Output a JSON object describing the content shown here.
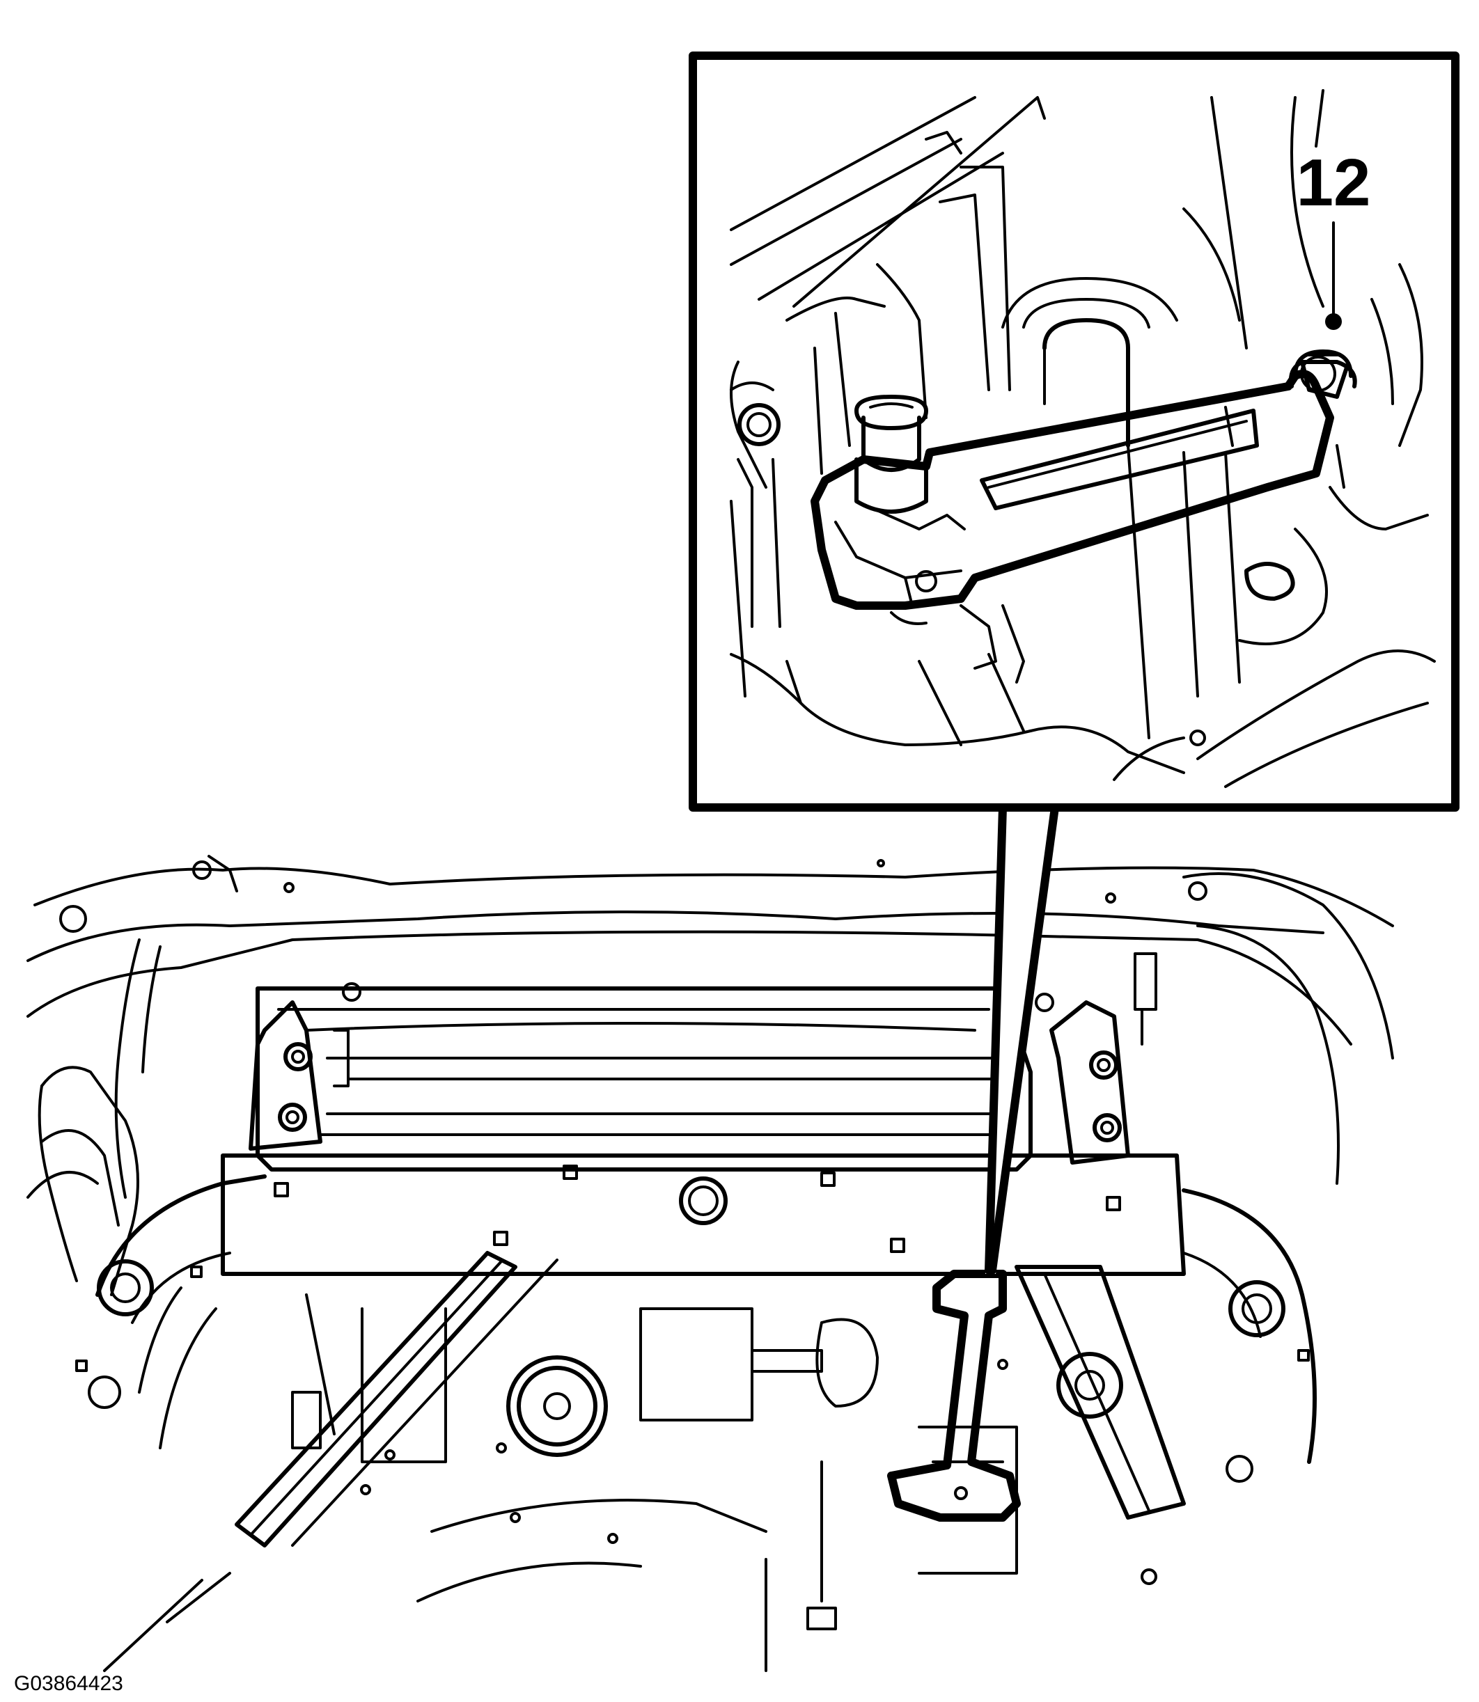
{
  "figure": {
    "id_label": "G03864423"
  },
  "callouts": [
    {
      "label": "12",
      "target": "bolt"
    }
  ],
  "colors": {
    "line": "#000000",
    "background": "#ffffff"
  }
}
